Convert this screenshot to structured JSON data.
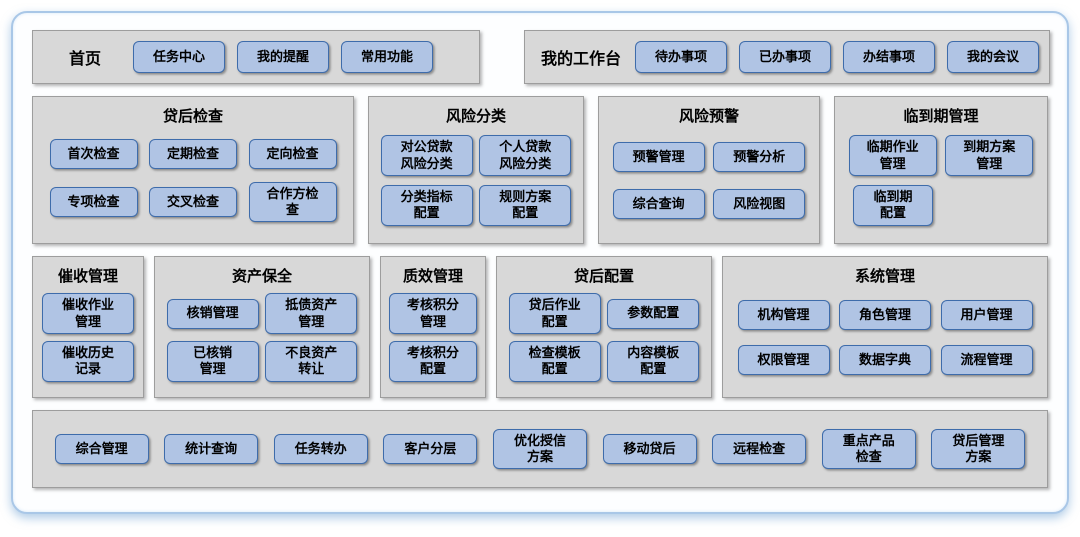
{
  "colors": {
    "frame_border": "#a9c7e7",
    "panel_bg": "#d8d8d8",
    "panel_border": "#9d9d9d",
    "button_bg": "#b0c4e4",
    "button_border": "#3e6cab"
  },
  "home": {
    "label": "首页",
    "buttons": {
      "task_center": "任务中心",
      "my_reminders": "我的提醒",
      "common_functions": "常用功能"
    }
  },
  "workbench": {
    "label": "我的工作台",
    "buttons": {
      "todo": "待办事项",
      "done": "已办事项",
      "closed": "办结事项",
      "meetings": "我的会议"
    }
  },
  "inspection": {
    "title": "贷后检查",
    "buttons": {
      "first": "首次检查",
      "periodic": "定期检查",
      "targeted": "定向检查",
      "special": "专项检查",
      "cross": "交叉检查",
      "partner": "合作方检\n查"
    }
  },
  "risk_classification": {
    "title": "风险分类",
    "buttons": {
      "corporate": "对公贷款\n风险分类",
      "personal": "个人贷款\n风险分类",
      "indicator_config": "分类指标\n配置",
      "rule_config": "规则方案\n配置"
    }
  },
  "risk_warning": {
    "title": "风险预警",
    "buttons": {
      "management": "预警管理",
      "analysis": "预警分析",
      "query": "综合查询",
      "view": "风险视图"
    }
  },
  "maturity": {
    "title": "临到期管理",
    "buttons": {
      "near_due_ops": "临期作业\n管理",
      "due_scheme": "到期方案\n管理",
      "near_due_config": "临到期\n配置"
    }
  },
  "collection": {
    "title": "催收管理",
    "buttons": {
      "ops": "催收作业\n管理",
      "history": "催收历史\n记录"
    }
  },
  "asset_preservation": {
    "title": "资产保全",
    "buttons": {
      "writeoff": "核销管理",
      "debt_assets": "抵债资产\n管理",
      "written_off": "已核销\n管理",
      "npl_transfer": "不良资产\n转让"
    }
  },
  "quality": {
    "title": "质效管理",
    "buttons": {
      "points_mgmt": "考核积分\n管理",
      "points_config": "考核积分\n配置"
    }
  },
  "post_loan_config": {
    "title": "贷后配置",
    "buttons": {
      "ops_config": "贷后作业\n配置",
      "param_config": "参数配置",
      "check_template": "检查模板\n配置",
      "content_template": "内容模板\n配置"
    }
  },
  "system": {
    "title": "系统管理",
    "buttons": {
      "org": "机构管理",
      "role": "角色管理",
      "user": "用户管理",
      "permission": "权限管理",
      "dictionary": "数据字典",
      "process": "流程管理"
    }
  },
  "bottom": {
    "buttons": {
      "comprehensive": "综合管理",
      "statistics": "统计查询",
      "task_transfer": "任务转办",
      "customer_seg": "客户分层",
      "credit_opt": "优化授信\n方案",
      "mobile": "移动贷后",
      "remote": "远程检查",
      "key_product": "重点产品\n检查",
      "mgmt_scheme": "贷后管理\n方案"
    }
  }
}
